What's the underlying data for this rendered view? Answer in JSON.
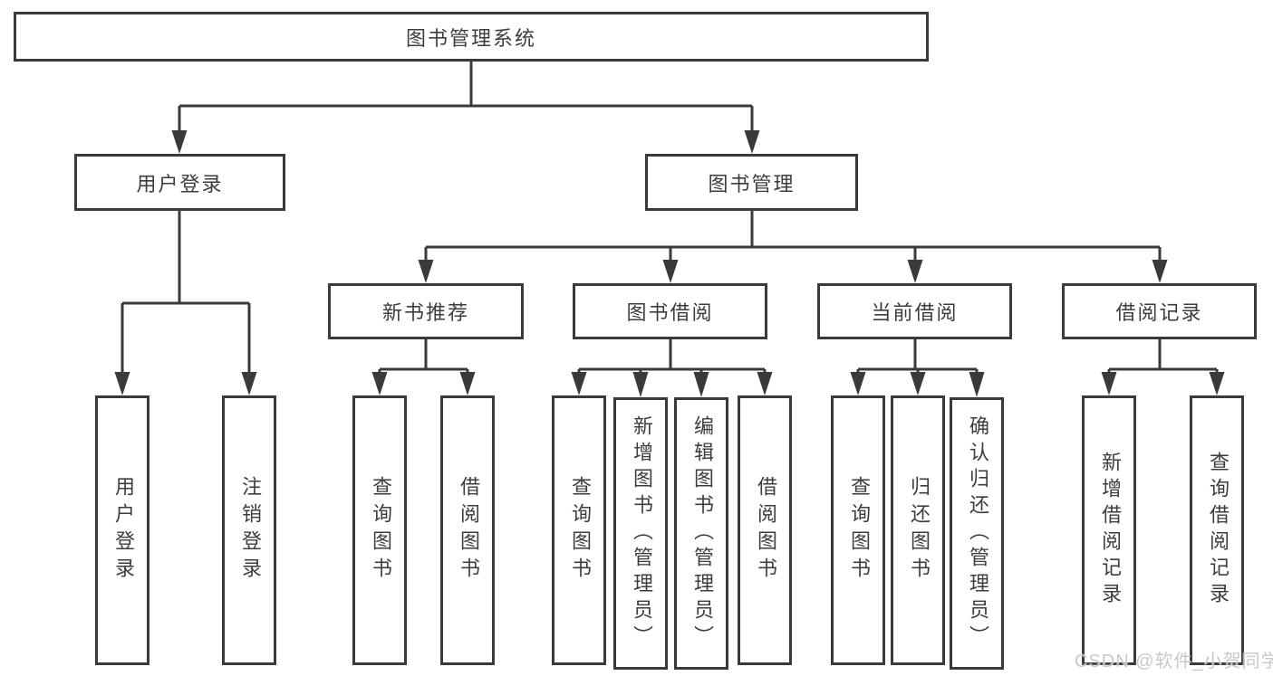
{
  "diagram": {
    "type": "hierarchy-tree",
    "root": {
      "label": "图书管理系统"
    },
    "branches": [
      {
        "label": "用户登录",
        "children": [
          "用户登录",
          "注销登录"
        ]
      },
      {
        "label": "图书管理",
        "children": [
          {
            "label": "新书推荐",
            "children": [
              "查询图书",
              "借阅图书"
            ]
          },
          {
            "label": "图书借阅",
            "children": [
              "查询图书",
              "新增图书（管理员）",
              "编辑图书（管理员）",
              "借阅图书"
            ]
          },
          {
            "label": "当前借阅",
            "children": [
              "查询图书",
              "归还图书",
              "确认归还（管理员）"
            ]
          },
          {
            "label": "借阅记录",
            "children": [
              "新增借阅记录",
              "查询借阅记录"
            ]
          }
        ]
      }
    ],
    "watermark": "CSDN @软件_小贺同学",
    "colors": {
      "line": "#3a3a3a",
      "text": "#3d3d3d",
      "watermark": "#c9c9c9",
      "background": "#ffffff"
    }
  }
}
